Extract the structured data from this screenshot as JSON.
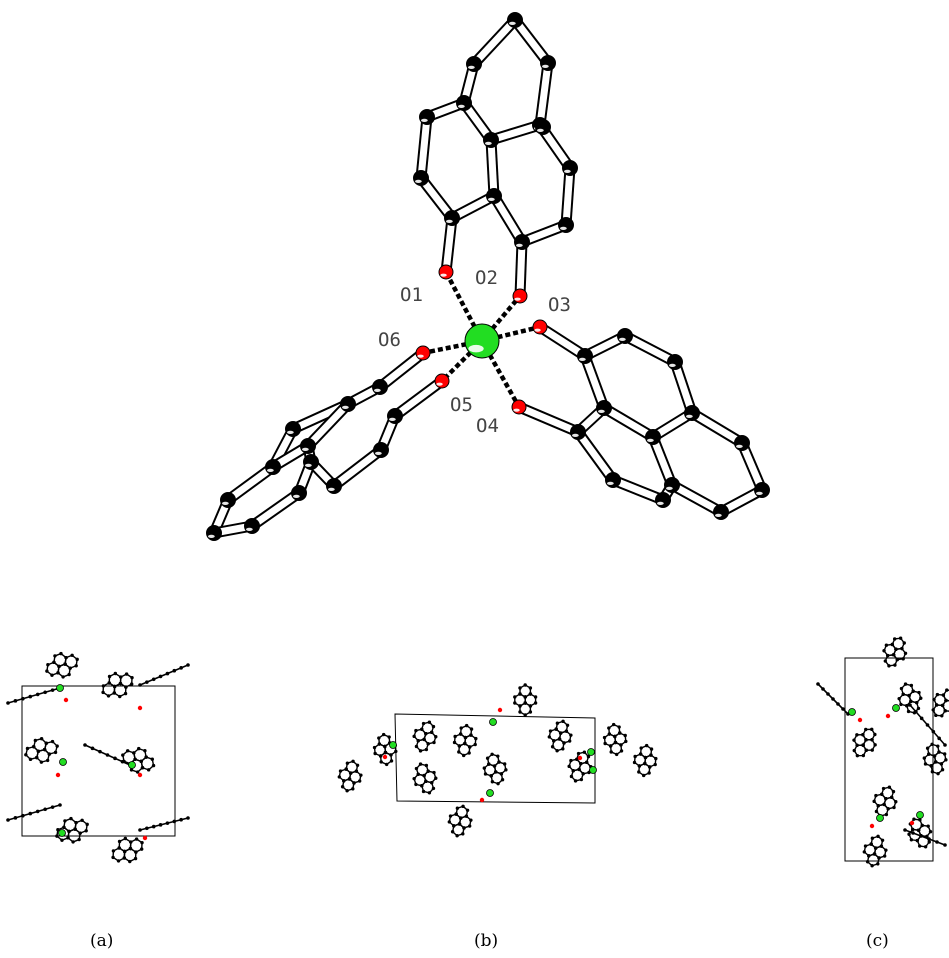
{
  "figure": {
    "atom_labels": {
      "o1": "O1",
      "o2": "O2",
      "o3": "O3",
      "o4": "O4",
      "o5": "O5",
      "o6": "O6"
    },
    "captions": {
      "a": "(a)",
      "b": "(b)",
      "c": "(c)"
    },
    "colors": {
      "metal": "#22dd22",
      "oxygen": "#ff0000",
      "carbon": "#000000",
      "bond_fill": "#ffffff",
      "coordination_bond": "#000000"
    }
  }
}
